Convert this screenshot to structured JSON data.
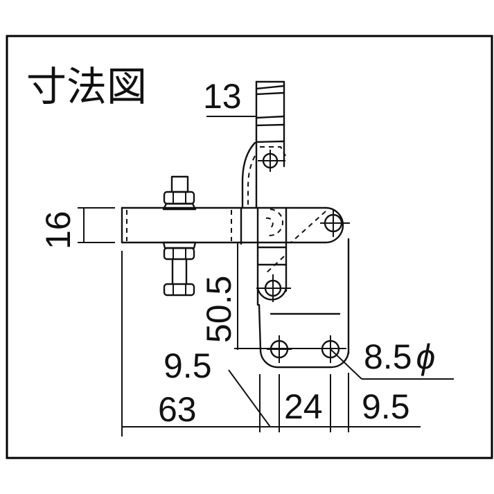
{
  "title": "寸法図",
  "dimensions": {
    "lever_width": "13",
    "bar_thickness": "16",
    "height": "50.5",
    "left_offset": "9.5",
    "total_length": "63",
    "hole_pitch": "24",
    "right_offset": "9.5",
    "hole_diameter": "8.5",
    "diameter_symbol": "ϕ"
  },
  "colors": {
    "line": "#111111",
    "background": "#ffffff",
    "frame": "#000000"
  }
}
